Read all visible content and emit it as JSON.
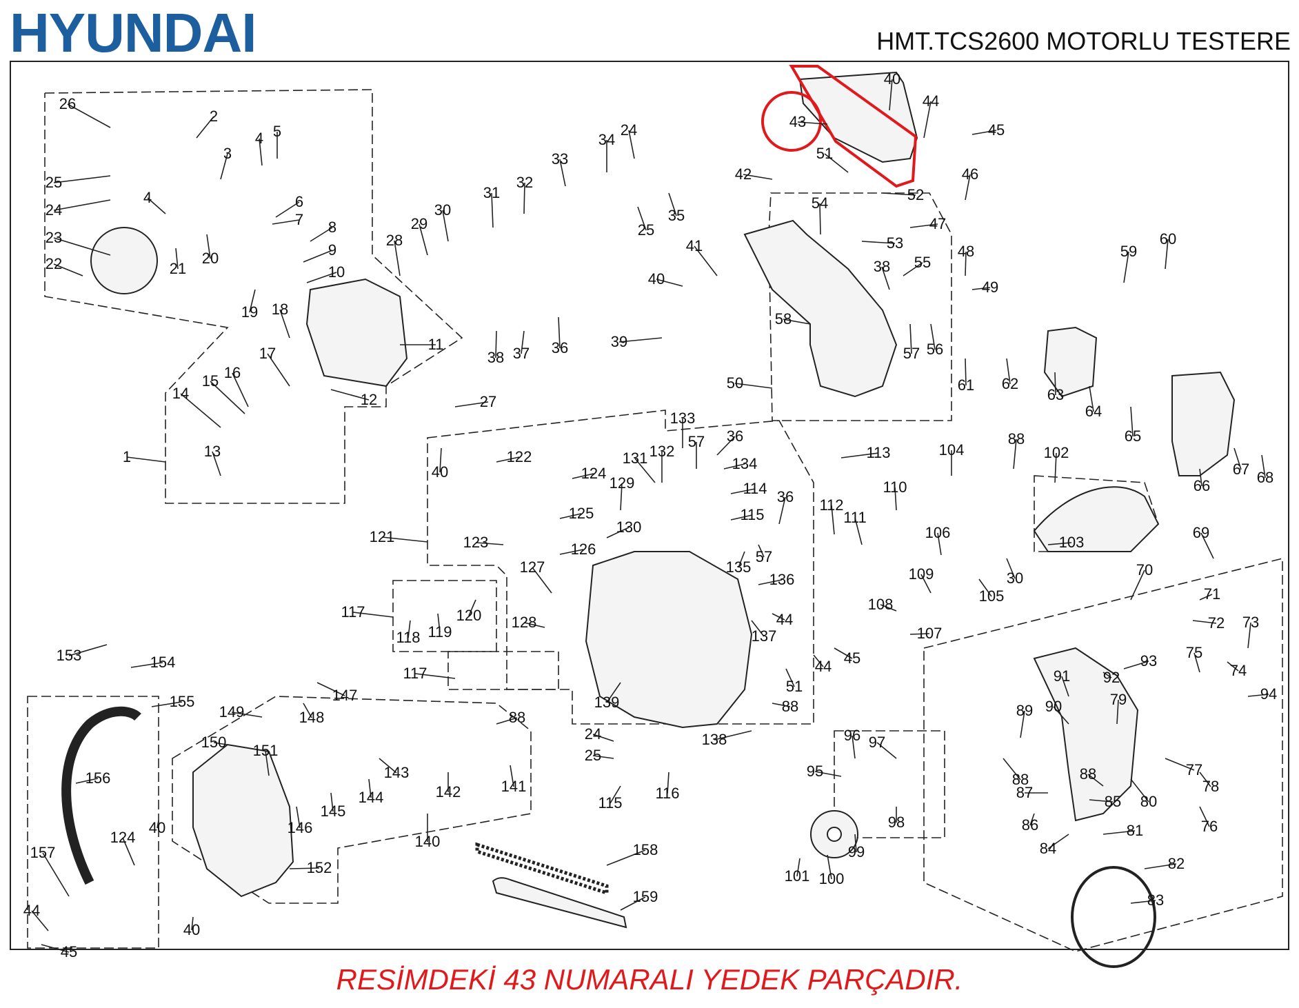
{
  "header": {
    "brand": "HYUNDAI",
    "model_title": "HMT.TCS2600 MOTORLU TESTERE"
  },
  "footer": {
    "note": "RESİMDEKİ 43 NUMARALI YEDEK PARÇADIR."
  },
  "highlight": {
    "part_number": "43",
    "color": "#e0191c"
  },
  "colors": {
    "brand": "#1d5e9e",
    "line": "#222222",
    "highlight": "#e0191c"
  },
  "parts": [
    {
      "n": "26"
    },
    {
      "n": "2"
    },
    {
      "n": "25"
    },
    {
      "n": "24"
    },
    {
      "n": "23"
    },
    {
      "n": "22"
    },
    {
      "n": "3"
    },
    {
      "n": "4a",
      "label": "4"
    },
    {
      "n": "4b",
      "label": "4"
    },
    {
      "n": "5"
    },
    {
      "n": "6"
    },
    {
      "n": "7"
    },
    {
      "n": "8"
    },
    {
      "n": "9"
    },
    {
      "n": "10"
    },
    {
      "n": "11"
    },
    {
      "n": "12"
    },
    {
      "n": "18"
    },
    {
      "n": "19"
    },
    {
      "n": "20"
    },
    {
      "n": "21"
    },
    {
      "n": "1"
    },
    {
      "n": "13"
    },
    {
      "n": "14"
    },
    {
      "n": "15"
    },
    {
      "n": "16"
    },
    {
      "n": "17"
    },
    {
      "n": "27"
    },
    {
      "n": "28"
    },
    {
      "n": "29"
    },
    {
      "n": "30a",
      "label": "30"
    },
    {
      "n": "31"
    },
    {
      "n": "32"
    },
    {
      "n": "33"
    },
    {
      "n": "34"
    },
    {
      "n": "24b",
      "label": "24"
    },
    {
      "n": "25b",
      "label": "25"
    },
    {
      "n": "35"
    },
    {
      "n": "36a",
      "label": "36"
    },
    {
      "n": "37"
    },
    {
      "n": "38a",
      "label": "38"
    },
    {
      "n": "39"
    },
    {
      "n": "40a",
      "label": "40"
    },
    {
      "n": "41"
    },
    {
      "n": "42"
    },
    {
      "n": "43"
    },
    {
      "n": "40b",
      "label": "40"
    },
    {
      "n": "44a",
      "label": "44"
    },
    {
      "n": "45a",
      "label": "45"
    },
    {
      "n": "46"
    },
    {
      "n": "47"
    },
    {
      "n": "48"
    },
    {
      "n": "49"
    },
    {
      "n": "50"
    },
    {
      "n": "51a",
      "label": "51"
    },
    {
      "n": "52"
    },
    {
      "n": "53"
    },
    {
      "n": "54"
    },
    {
      "n": "55"
    },
    {
      "n": "56"
    },
    {
      "n": "57a",
      "label": "57"
    },
    {
      "n": "58"
    },
    {
      "n": "38b",
      "label": "38"
    },
    {
      "n": "59"
    },
    {
      "n": "60"
    },
    {
      "n": "61"
    },
    {
      "n": "62"
    },
    {
      "n": "63"
    },
    {
      "n": "64"
    },
    {
      "n": "65"
    },
    {
      "n": "66"
    },
    {
      "n": "67"
    },
    {
      "n": "68"
    },
    {
      "n": "69"
    },
    {
      "n": "70"
    },
    {
      "n": "71"
    },
    {
      "n": "72"
    },
    {
      "n": "73"
    },
    {
      "n": "74"
    },
    {
      "n": "75"
    },
    {
      "n": "76"
    },
    {
      "n": "77"
    },
    {
      "n": "78"
    },
    {
      "n": "79"
    },
    {
      "n": "80"
    },
    {
      "n": "81"
    },
    {
      "n": "82"
    },
    {
      "n": "83"
    },
    {
      "n": "84"
    },
    {
      "n": "85"
    },
    {
      "n": "86"
    },
    {
      "n": "87"
    },
    {
      "n": "88a",
      "label": "88"
    },
    {
      "n": "88b",
      "label": "88"
    },
    {
      "n": "89"
    },
    {
      "n": "90"
    },
    {
      "n": "91"
    },
    {
      "n": "92"
    },
    {
      "n": "93"
    },
    {
      "n": "94"
    },
    {
      "n": "95"
    },
    {
      "n": "96"
    },
    {
      "n": "97"
    },
    {
      "n": "98"
    },
    {
      "n": "99"
    },
    {
      "n": "100"
    },
    {
      "n": "101"
    },
    {
      "n": "102"
    },
    {
      "n": "103"
    },
    {
      "n": "104"
    },
    {
      "n": "105"
    },
    {
      "n": "106"
    },
    {
      "n": "107"
    },
    {
      "n": "108"
    },
    {
      "n": "109"
    },
    {
      "n": "110"
    },
    {
      "n": "111"
    },
    {
      "n": "112"
    },
    {
      "n": "113"
    },
    {
      "n": "88c",
      "label": "88"
    },
    {
      "n": "30b",
      "label": "30"
    },
    {
      "n": "121"
    },
    {
      "n": "40c",
      "label": "40"
    },
    {
      "n": "122"
    },
    {
      "n": "123"
    },
    {
      "n": "124a",
      "label": "124"
    },
    {
      "n": "125"
    },
    {
      "n": "126"
    },
    {
      "n": "127"
    },
    {
      "n": "128"
    },
    {
      "n": "129"
    },
    {
      "n": "130"
    },
    {
      "n": "131"
    },
    {
      "n": "132"
    },
    {
      "n": "133"
    },
    {
      "n": "57b",
      "label": "57"
    },
    {
      "n": "36b",
      "label": "36"
    },
    {
      "n": "134"
    },
    {
      "n": "114"
    },
    {
      "n": "115a",
      "label": "115"
    },
    {
      "n": "135"
    },
    {
      "n": "57c",
      "label": "57"
    },
    {
      "n": "36c",
      "label": "36"
    },
    {
      "n": "136"
    },
    {
      "n": "137"
    },
    {
      "n": "44b",
      "label": "44"
    },
    {
      "n": "44c",
      "label": "44"
    },
    {
      "n": "45b",
      "label": "45"
    },
    {
      "n": "51b",
      "label": "51"
    },
    {
      "n": "88d",
      "label": "88"
    },
    {
      "n": "138"
    },
    {
      "n": "139"
    },
    {
      "n": "117a",
      "label": "117"
    },
    {
      "n": "118"
    },
    {
      "n": "119"
    },
    {
      "n": "120"
    },
    {
      "n": "117b",
      "label": "117"
    },
    {
      "n": "153"
    },
    {
      "n": "154"
    },
    {
      "n": "155"
    },
    {
      "n": "156"
    },
    {
      "n": "157"
    },
    {
      "n": "124b",
      "label": "124"
    },
    {
      "n": "44d",
      "label": "44"
    },
    {
      "n": "45c",
      "label": "45"
    },
    {
      "n": "40d",
      "label": "40"
    },
    {
      "n": "40e",
      "label": "40"
    },
    {
      "n": "149"
    },
    {
      "n": "147"
    },
    {
      "n": "148"
    },
    {
      "n": "150"
    },
    {
      "n": "151"
    },
    {
      "n": "146"
    },
    {
      "n": "145"
    },
    {
      "n": "144"
    },
    {
      "n": "143"
    },
    {
      "n": "142"
    },
    {
      "n": "141"
    },
    {
      "n": "88e",
      "label": "88"
    },
    {
      "n": "140"
    },
    {
      "n": "152"
    },
    {
      "n": "24c",
      "label": "24"
    },
    {
      "n": "25c",
      "label": "25"
    },
    {
      "n": "115b",
      "label": "115"
    },
    {
      "n": "116"
    },
    {
      "n": "158"
    },
    {
      "n": "159"
    }
  ]
}
